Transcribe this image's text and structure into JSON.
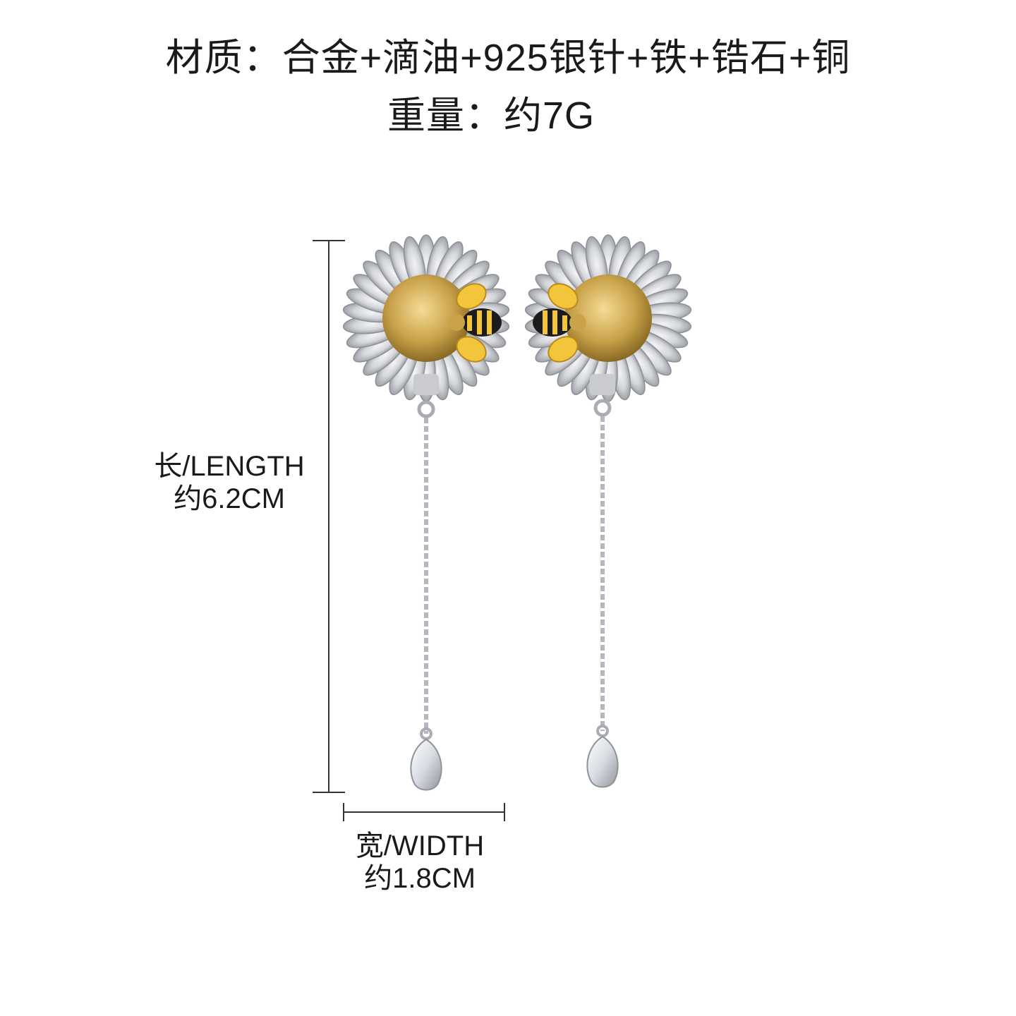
{
  "specs": {
    "material": "材质：合金+滴油+925银针+铁+锆石+铜",
    "weight": "重量：约7G"
  },
  "dimensions": {
    "length_label": "长/LENGTH",
    "length_value": "约6.2CM",
    "width_label": "宽/WIDTH",
    "width_value": "约1.8CM"
  },
  "colors": {
    "text": "#1a1a1a",
    "silver": "#c9cbd0",
    "gold": "#c9a24a",
    "enamel_yellow": "#f2c53a"
  }
}
